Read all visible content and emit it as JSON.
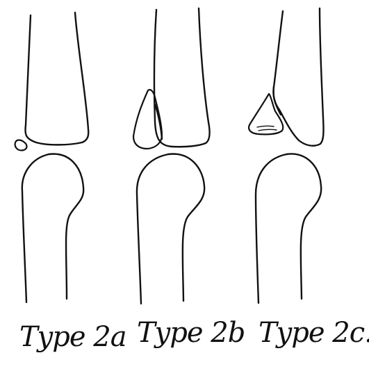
{
  "figure": {
    "panels": [
      {
        "id": "2a",
        "caption": "Type 2a",
        "fragment": "small"
      },
      {
        "id": "2b",
        "caption": "Type 2b",
        "fragment": "large"
      },
      {
        "id": "2c",
        "caption": "Type 2c.",
        "fragment": "displaced"
      }
    ]
  }
}
